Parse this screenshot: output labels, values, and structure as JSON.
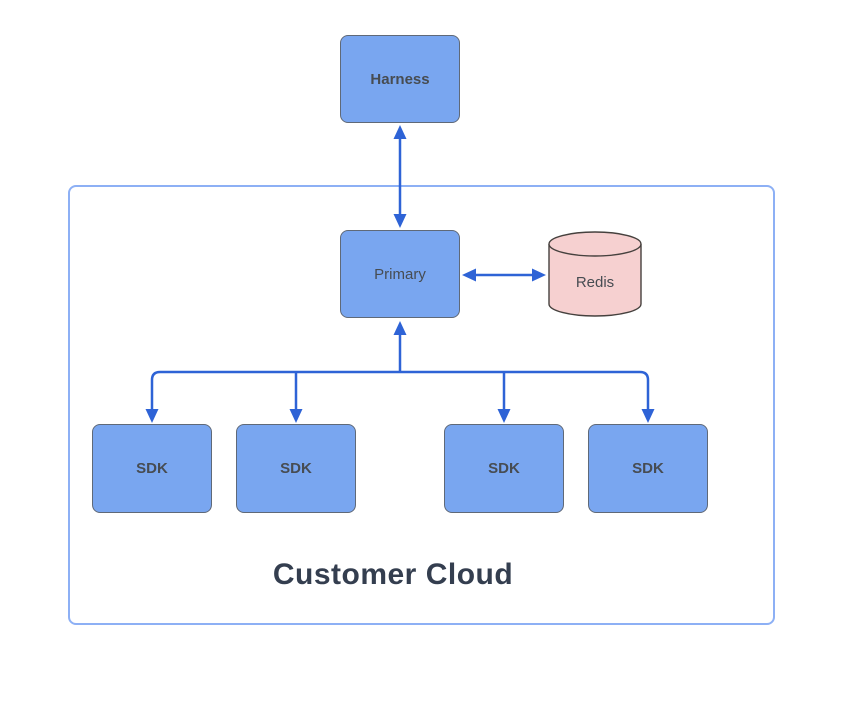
{
  "diagram": {
    "title": "Customer Cloud",
    "nodes": {
      "harness": "Harness",
      "primary": "Primary",
      "redis": "Redis",
      "sdks": [
        "SDK",
        "SDK",
        "SDK",
        "SDK"
      ]
    },
    "edges": [
      {
        "from": "Harness",
        "to": "Primary",
        "direction": "bidirectional"
      },
      {
        "from": "Primary",
        "to": "Redis",
        "direction": "bidirectional"
      },
      {
        "from": "SDK",
        "to": "Primary",
        "direction": "up"
      },
      {
        "from": "Primary-branch",
        "to": "SDK",
        "direction": "down"
      }
    ],
    "colors": {
      "node_fill": "#79a6f0",
      "node_border": "#5f6978",
      "redis_fill": "#f6d0d0",
      "redis_border": "#46413e",
      "arrow": "#2e63d6",
      "container_border": "#8db0f5",
      "label": "#474c52",
      "title": "#343e4f",
      "bg": "#ffffff"
    }
  }
}
